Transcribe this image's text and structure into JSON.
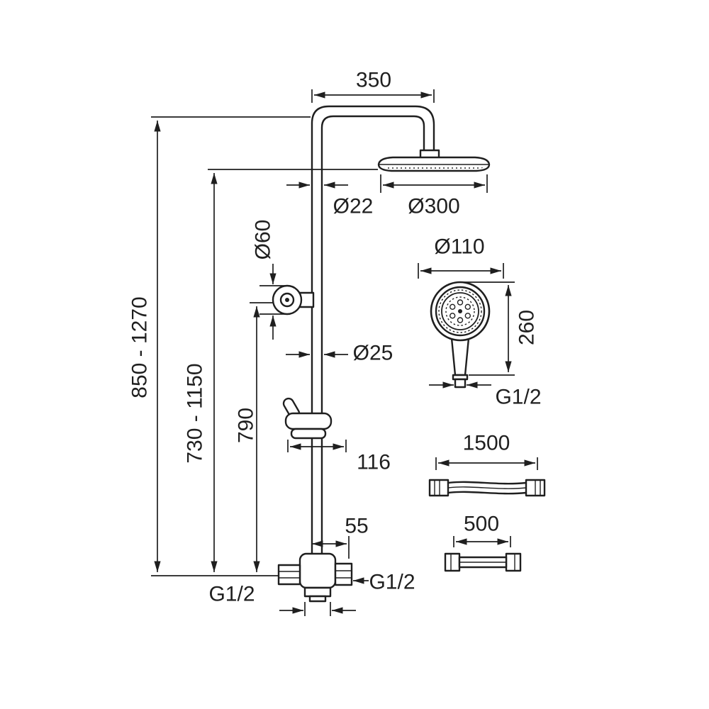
{
  "drawing": {
    "subject": "shower-column-dimensional-drawing",
    "ink_color": "#1f1f1f",
    "background_color": "#ffffff",
    "dimensions": {
      "arm_reach": "350",
      "riser_pipe_diameter": "Ø22",
      "overhead_shower_diameter": "Ø300",
      "overall_height_range": "850 - 1270",
      "column_height_range": "730 - 1150",
      "riser_length": "790",
      "diverter_diameter": "Ø60",
      "riser_tube_diameter": "Ø25",
      "slider_bracket_width": "116",
      "outlet_offset": "55",
      "bottom_inlet_thread": "G1/2",
      "side_outlet_thread": "G1/2",
      "hand_shower_diameter": "Ø110",
      "hand_shower_length": "260",
      "hand_shower_thread": "G1/2",
      "shower_hose_length": "1500",
      "connection_hose_length": "500"
    }
  }
}
